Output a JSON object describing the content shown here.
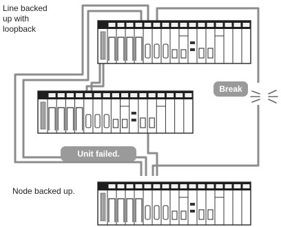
{
  "labels": {
    "line_backed": [
      "Line backed",
      "up with",
      "loopback"
    ],
    "break": "Break",
    "unit_failed": "Unit failed.",
    "node_backed": "Node backed up."
  },
  "colors": {
    "cable": "#8c8c8c",
    "rack_dark": "#1e1e1e",
    "rack_frame": "#333333",
    "module_face": "#ffffff",
    "badge_fill": "#9a9a9a",
    "badge_text": "#ffffff",
    "text": "#222222"
  },
  "nodes": [
    {
      "id": "node-top",
      "status": "normal"
    },
    {
      "id": "node-middle",
      "status": "unit failed"
    },
    {
      "id": "node-bottom",
      "status": "node backed up"
    }
  ],
  "icons": [
    "plc-rack-icon",
    "break-spark-icon"
  ]
}
